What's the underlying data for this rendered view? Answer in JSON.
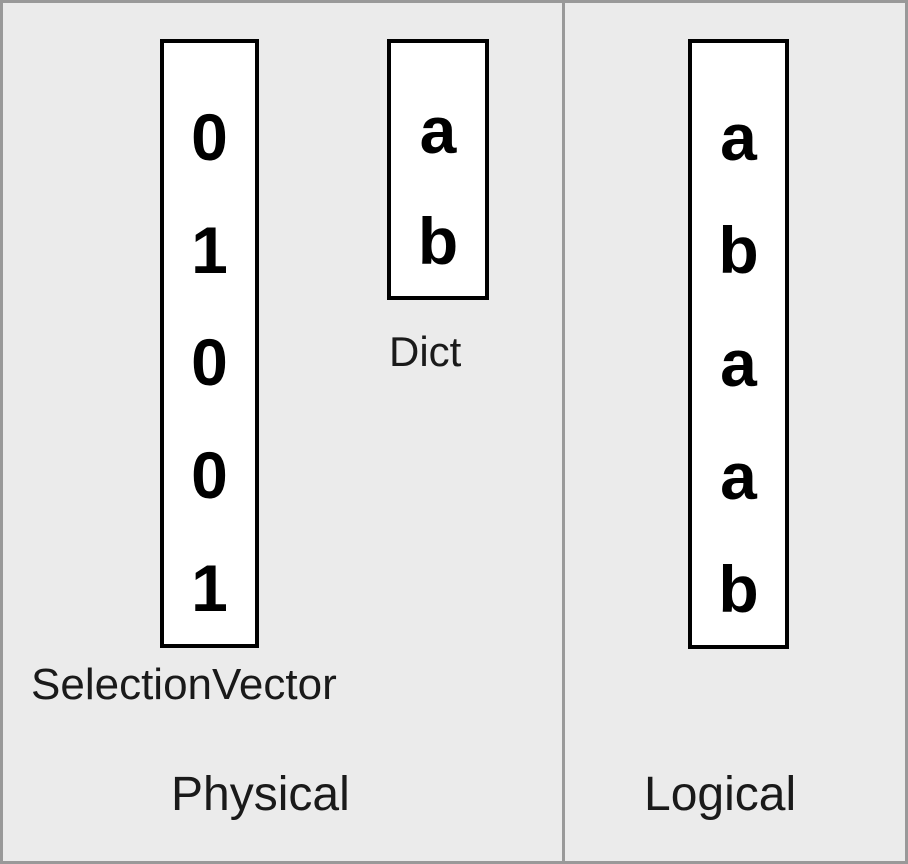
{
  "diagram": {
    "title_absent": true,
    "background_color": "#ebebeb",
    "border_color": "#999999",
    "box_fill_color": "#ffffff",
    "box_border_color": "#000000",
    "text_color": "#1a1a1a"
  },
  "panels": [
    {
      "id": "physical",
      "caption": "Physical",
      "structures": [
        {
          "id": "selection-vector",
          "caption": "SelectionVector",
          "cells": [
            "0",
            "1",
            "0",
            "0",
            "1"
          ]
        },
        {
          "id": "dict",
          "caption": "Dict",
          "cells": [
            "a",
            "b"
          ]
        }
      ]
    },
    {
      "id": "logical",
      "caption": "Logical",
      "structures": [
        {
          "id": "logical-vector",
          "caption": "",
          "cells": [
            "a",
            "b",
            "a",
            "a",
            "b"
          ]
        }
      ]
    }
  ]
}
